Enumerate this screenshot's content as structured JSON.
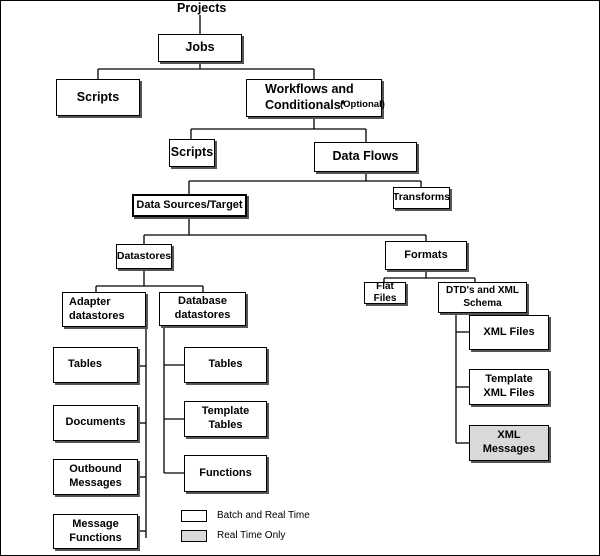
{
  "root": {
    "label": "Projects"
  },
  "nodes": {
    "jobs": "Jobs",
    "scripts_top": "Scripts",
    "workflows": "Workflows and Conditionals*",
    "optional": "(Optional)",
    "scripts_mid": "Scripts",
    "data_flows": "Data Flows",
    "data_sources": "Data Sources/Target",
    "transforms": "Transforms",
    "datastores": "Datastores",
    "formats": "Formats",
    "adapter_datastores": "Adapter datastores",
    "database_datastores": "Database datastores",
    "flat_files": "Flat Files",
    "dtd_schema": "DTD's and XML Schema",
    "adapter_tables": "Tables",
    "documents": "Documents",
    "outbound_messages": "Outbound Messages",
    "message_functions": "Message Functions",
    "db_tables": "Tables",
    "template_tables": "Template Tables",
    "functions": "Functions",
    "xml_files": "XML Files",
    "template_xml_files": "Template XML Files",
    "xml_messages": "XML Messages"
  },
  "legend": {
    "batch_and_real_time": {
      "label": "Batch and Real Time",
      "color": "#ffffff"
    },
    "real_time_only": {
      "label": "Real Time Only",
      "color": "#d9d9d9"
    }
  }
}
